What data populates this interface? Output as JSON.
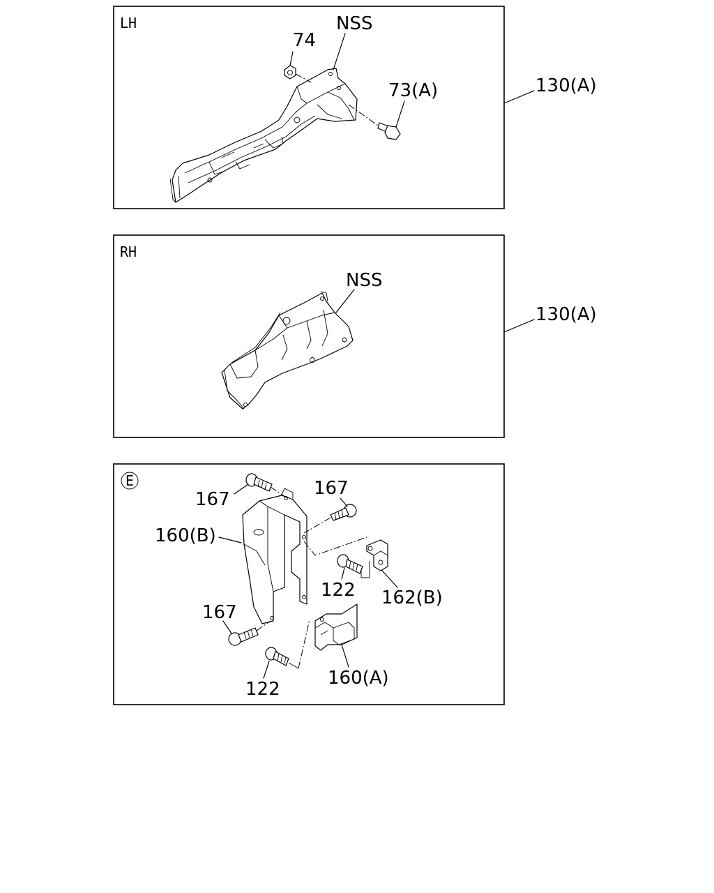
{
  "panels": {
    "lh": {
      "corner_label": "LH"
    },
    "rh": {
      "corner_label": "RH"
    },
    "e": {
      "corner_label": "E"
    }
  },
  "labels": {
    "lh_part_nss": "NSS",
    "lh_part_74": "74",
    "lh_part_73a": "73(A)",
    "lh_part_130a": "130(A)",
    "rh_part_nss": "NSS",
    "rh_part_130a": "130(A)",
    "e_part_167_top_left": "167",
    "e_part_167_top_right": "167",
    "e_part_160b": "160(B)",
    "e_part_122_mid": "122",
    "e_part_162b": "162(B)",
    "e_part_167_bottom": "167",
    "e_part_160a": "160(A)",
    "e_part_122_bottom": "122"
  }
}
